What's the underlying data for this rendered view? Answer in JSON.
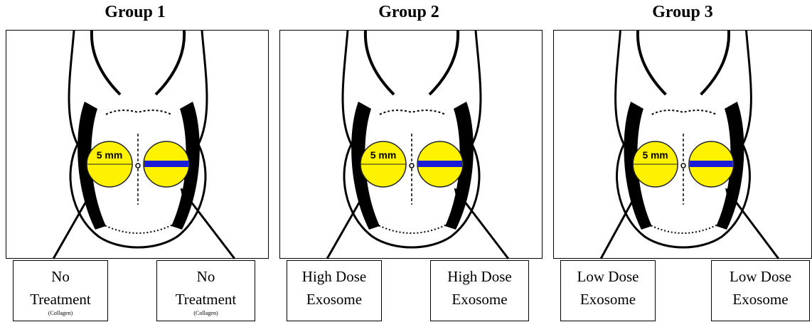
{
  "groups": [
    {
      "title": "Group 1",
      "scale_label": "5 mm",
      "left_label": {
        "line1": "No",
        "line2": "Treatment",
        "note": "(Collagen)"
      },
      "right_label": {
        "line1": "No",
        "line2": "Treatment",
        "note": "(Collagen)"
      }
    },
    {
      "title": "Group 2",
      "scale_label": "5 mm",
      "left_label": {
        "line1": "High Dose",
        "line2": "Exosome",
        "note": ""
      },
      "right_label": {
        "line1": "High Dose",
        "line2": "Exosome",
        "note": ""
      }
    },
    {
      "title": "Group 3",
      "scale_label": "5 mm",
      "left_label": {
        "line1": "Low Dose",
        "line2": "Exosome",
        "note": ""
      },
      "right_label": {
        "line1": "Low Dose",
        "line2": "Exosome",
        "note": ""
      }
    }
  ],
  "colors": {
    "defect_fill": "#fff200",
    "defect_stroke": "#222222",
    "bar": "#1b1bd8",
    "ink": "#000000"
  }
}
